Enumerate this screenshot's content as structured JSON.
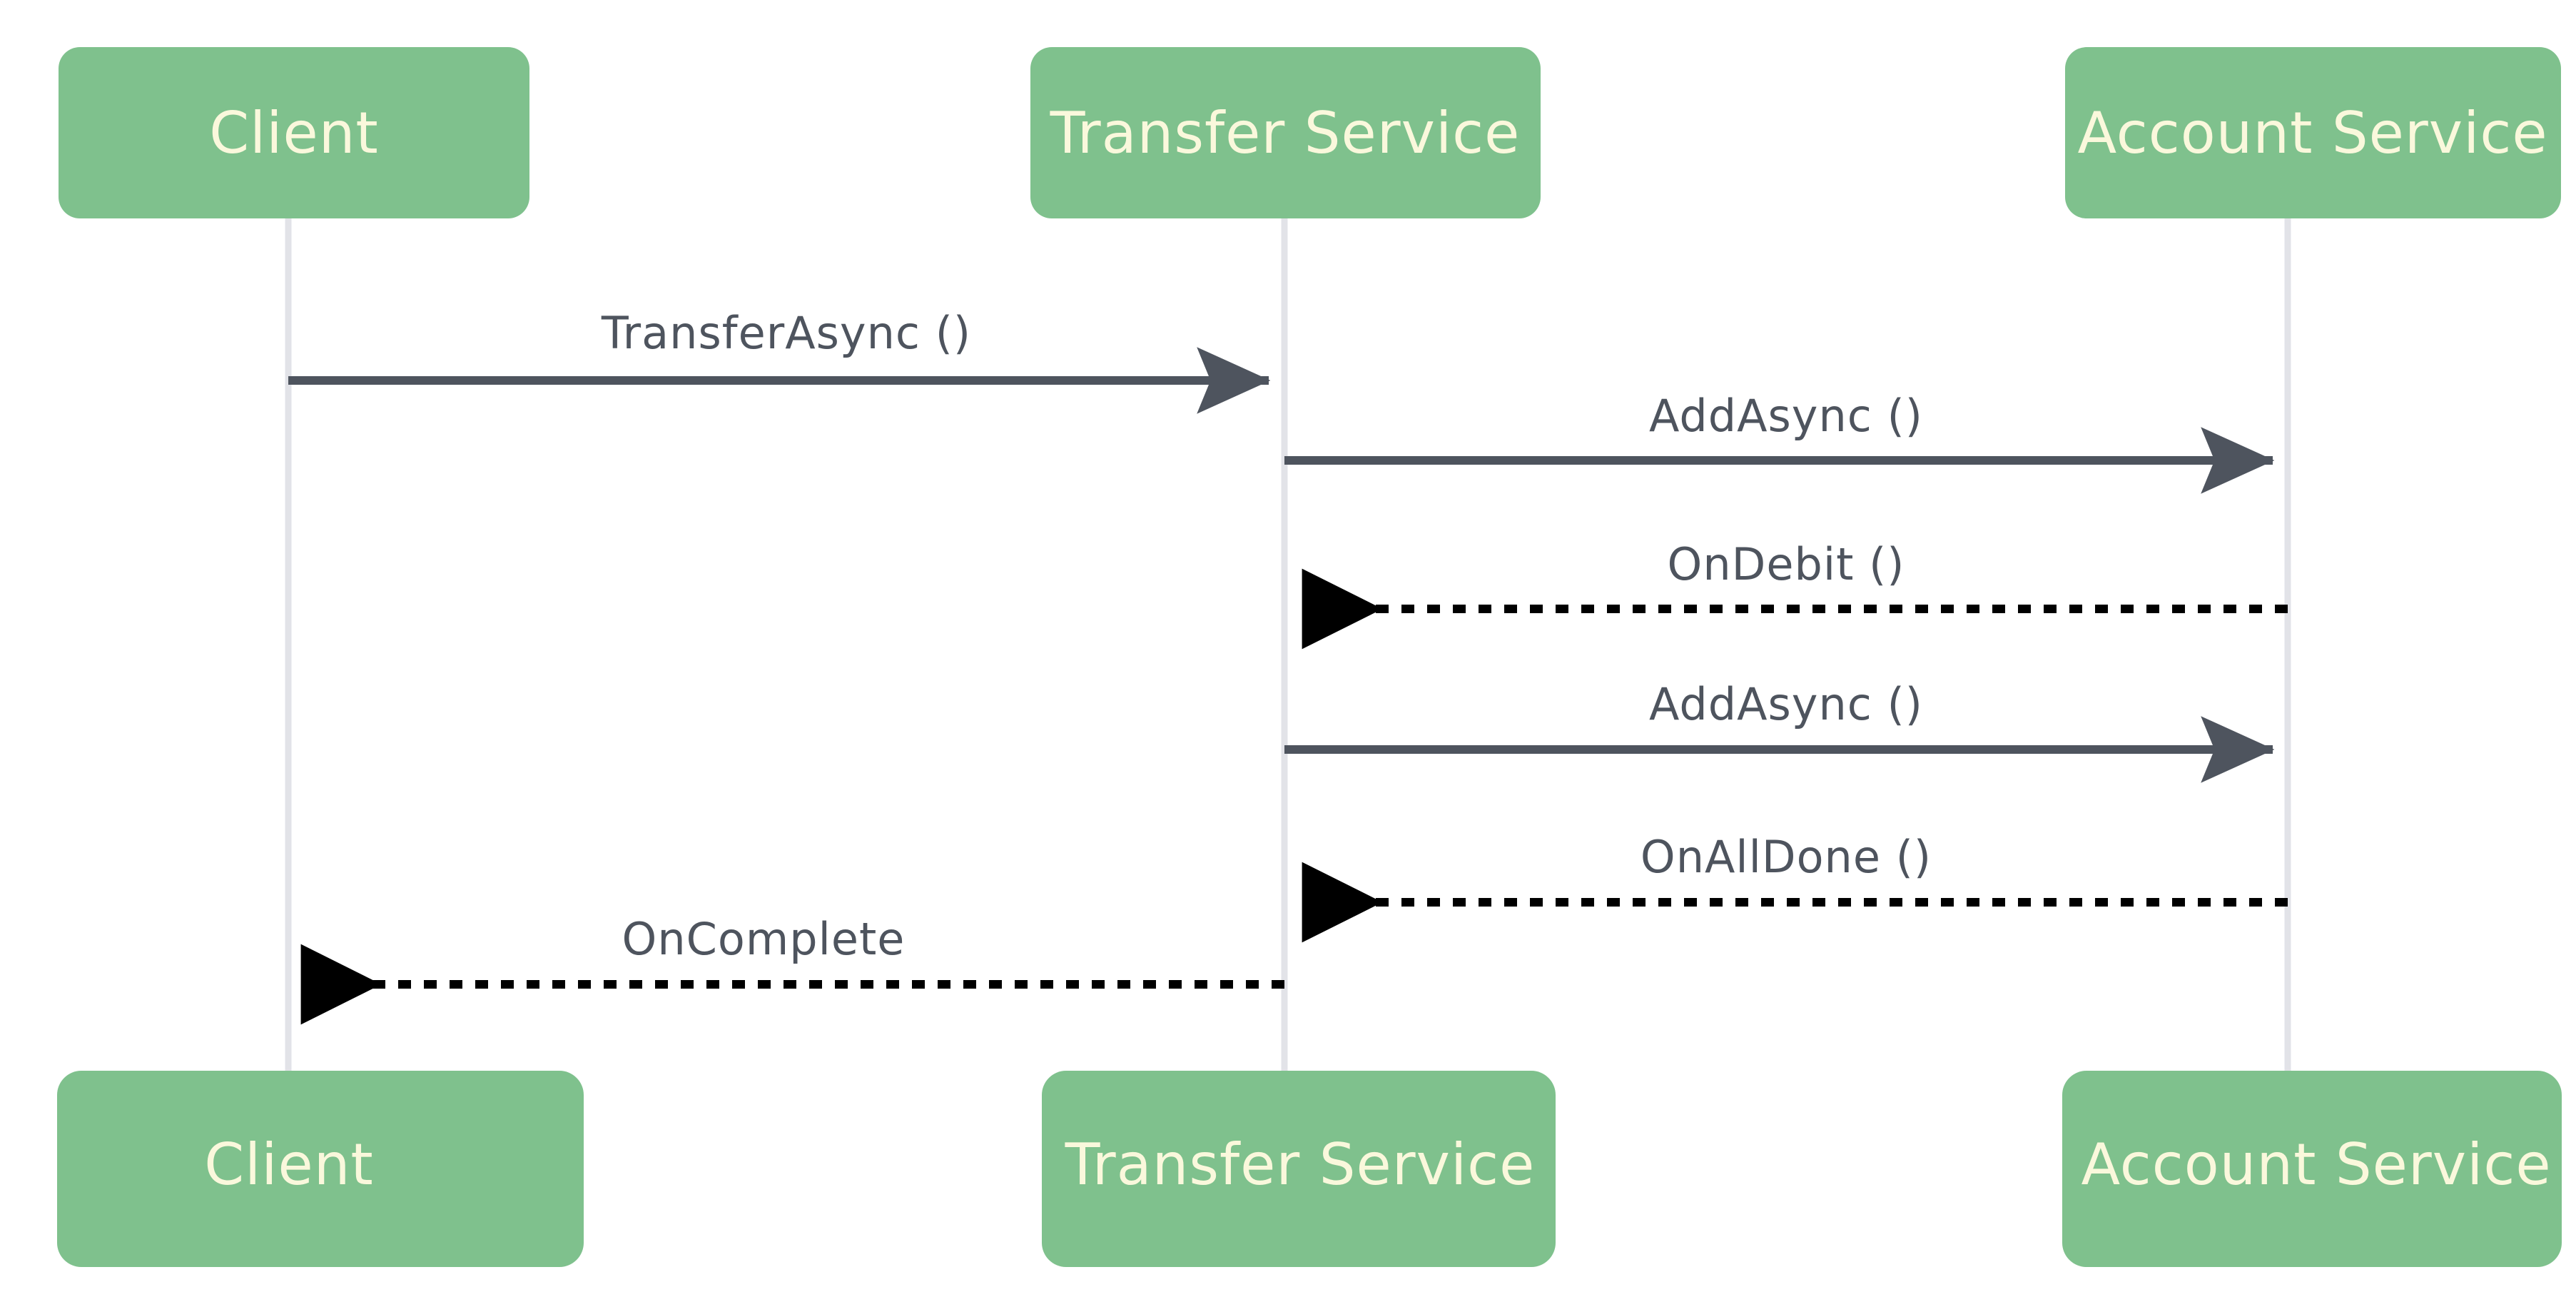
{
  "diagram": {
    "type": "sequence-diagram",
    "background_color": "#ffffff",
    "participant_box_color": "#7FC18D",
    "participant_text_color": "#FAF8DC",
    "lifeline_color": "#E2E3E8",
    "call_arrow_color": "#4E545E",
    "return_arrow_color": "#000000",
    "message_text_color": "#4E545E"
  },
  "participants": [
    {
      "id": "client",
      "label": "Client"
    },
    {
      "id": "transfer",
      "label": "Transfer Service"
    },
    {
      "id": "account",
      "label": "Account Service"
    }
  ],
  "participants_bottom": [
    {
      "id": "client",
      "label": "Client"
    },
    {
      "id": "transfer",
      "label": "Transfer Service"
    },
    {
      "id": "account",
      "label": "Account Service"
    }
  ],
  "messages": [
    {
      "index": 1,
      "label": "TransferAsync ()",
      "from": "client",
      "to": "transfer",
      "kind": "call",
      "style": "solid"
    },
    {
      "index": 2,
      "label": "AddAsync ()",
      "from": "transfer",
      "to": "account",
      "kind": "call",
      "style": "solid"
    },
    {
      "index": 3,
      "label": "OnDebit ()",
      "from": "account",
      "to": "transfer",
      "kind": "return",
      "style": "dotted"
    },
    {
      "index": 4,
      "label": "AddAsync ()",
      "from": "transfer",
      "to": "account",
      "kind": "call",
      "style": "solid"
    },
    {
      "index": 5,
      "label": "OnAllDone ()",
      "from": "account",
      "to": "transfer",
      "kind": "return",
      "style": "dotted"
    },
    {
      "index": 6,
      "label": "OnComplete",
      "from": "transfer",
      "to": "client",
      "kind": "return",
      "style": "dotted"
    }
  ]
}
